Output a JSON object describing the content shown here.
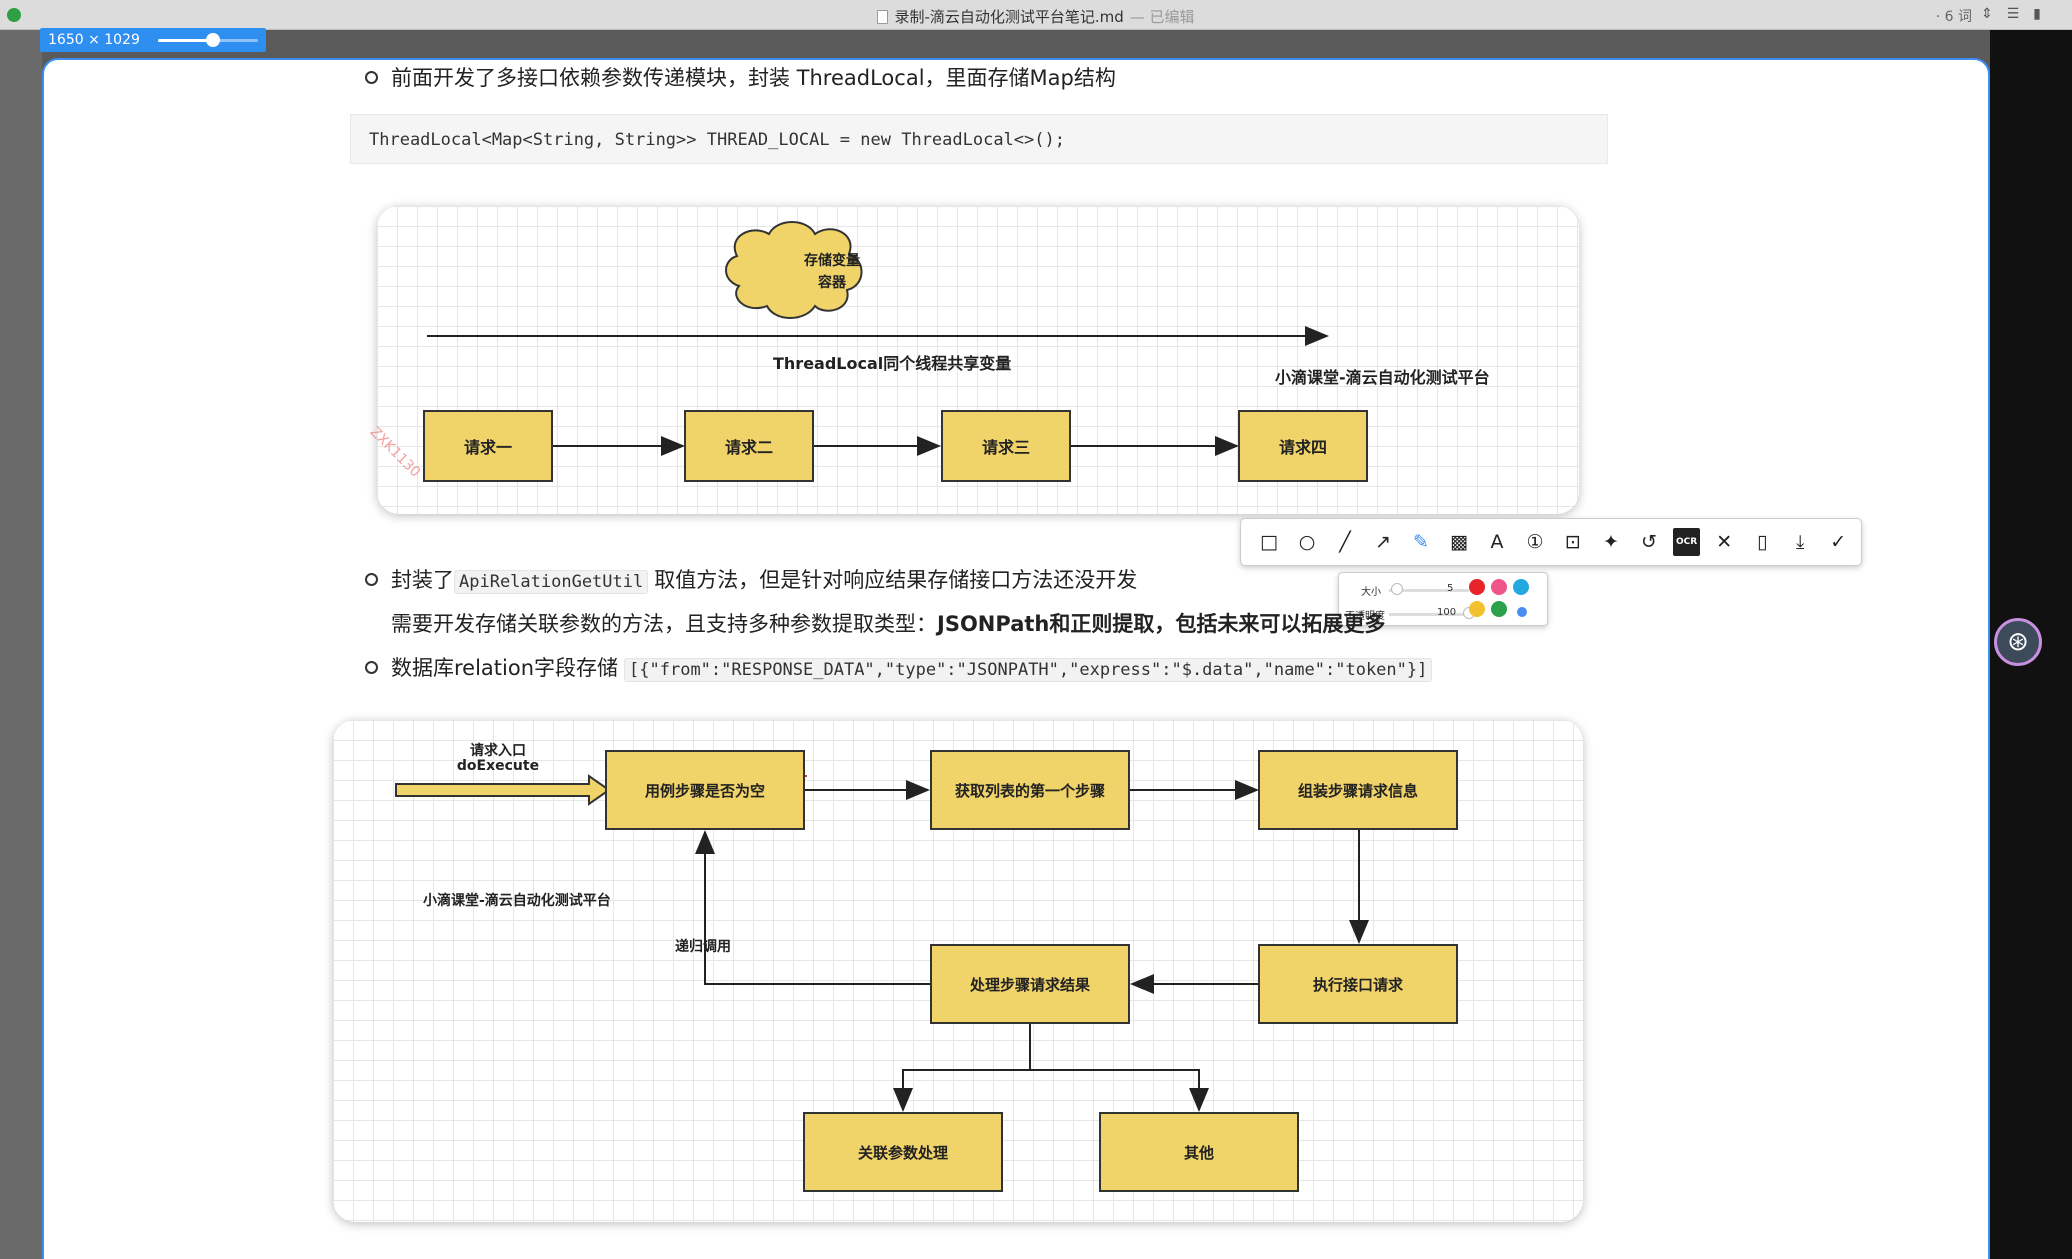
{
  "window": {
    "title": "录制-滴云自动化测试平台笔记.md",
    "edited": "— 已编辑",
    "word_count": "· 6 词"
  },
  "size_indicator": {
    "label": "1650 × 1029"
  },
  "content": {
    "bullet1": "前面开发了多接口依赖参数传递模块，封装 ThreadLocal，里面存储Map结构",
    "code_line": "ThreadLocal<Map<String, String>> THREAD_LOCAL = new ThreadLocal<>();",
    "bullet2_pre": "封装了",
    "bullet2_code": "ApiRelationGetUtil",
    "bullet2_post": "取值方法，但是针对响应结果存储接口方法还没开发",
    "bullet3_pre": "需要开发存储关联参数的方法，且支持多种参数提取类型：",
    "bullet3_bold": "JSONPath和正则提取，包括未来可以拓展更多",
    "bullet4_pre": "数据库relation字段存储",
    "bullet4_code": "[{\"from\":\"RESPONSE_DATA\",\"type\":\"JSONPATH\",\"express\":\"$.data\",\"name\":\"token\"}]"
  },
  "diagram1": {
    "cloud": [
      "存储变量",
      "容器"
    ],
    "arrow_label": "ThreadLocal同个线程共享变量",
    "brand": "小滴课堂-滴云自动化测试平台",
    "requests": [
      "请求一",
      "请求二",
      "请求三",
      "请求四"
    ],
    "watermark": "ZXK1130"
  },
  "diagram2": {
    "entry_label": [
      "请求入口",
      "doExecute"
    ],
    "boxes": {
      "check_empty": "用例步骤是否为空",
      "get_first": "获取列表的第一个步骤",
      "assemble": "组装步骤请求信息",
      "execute": "执行接口请求",
      "process": "处理步骤请求结果",
      "relation": "关联参数处理",
      "other": "其他"
    },
    "recursive_label": "递归调用",
    "brand": "小滴课堂-滴云自动化测试平台"
  },
  "annotation_toolbar": {
    "tools": [
      "rectangle-icon",
      "circle-icon",
      "line-icon",
      "arrow-icon",
      "pencil-icon",
      "mosaic-icon",
      "text-icon",
      "number-icon",
      "capture-icon",
      "pin-icon",
      "undo-icon",
      "ocr-icon",
      "close-icon",
      "trash-icon",
      "download-icon",
      "confirm-icon"
    ],
    "ocr_label": "OCR",
    "size_label": "大小",
    "size_value": "5",
    "opacity_label": "不透明度",
    "opacity_value": "100",
    "colors": [
      "#e8232a",
      "#f0558a",
      "#23a8e0",
      "#f3c12e",
      "#2aa14a",
      "#4a8cf0"
    ]
  }
}
